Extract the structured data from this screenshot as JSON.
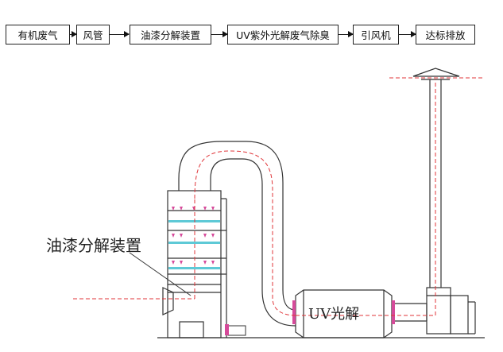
{
  "flow_steps": [
    "有机废气",
    "风管",
    "油漆分解装置",
    "UV紫外光解废气除臭",
    "引风机",
    "达标排放"
  ],
  "diagram": {
    "device_label": "油漆分解装置",
    "uv_label": "UV光解"
  }
}
